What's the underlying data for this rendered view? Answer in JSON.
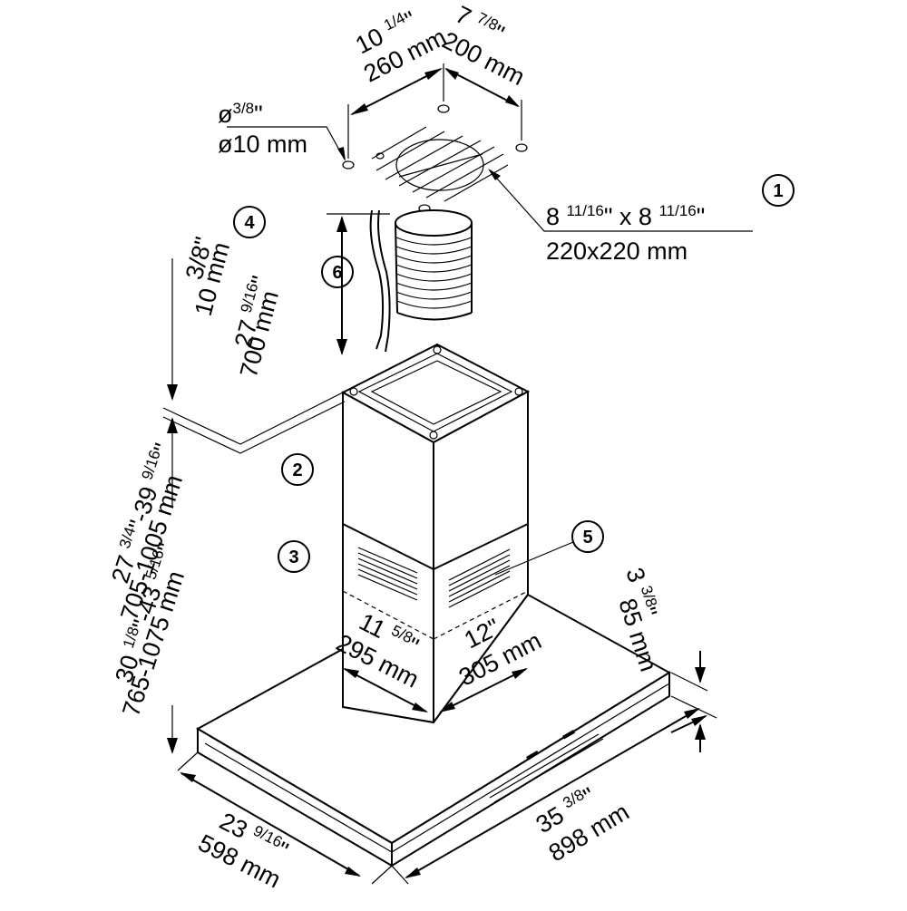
{
  "callouts": {
    "c1": "1",
    "c2": "2",
    "c3": "3",
    "c4": "4",
    "c5": "5",
    "c6": "6"
  },
  "dims": {
    "width_10": "10",
    "width_10_frac": "1/4",
    "width_10_unit": "\"",
    "width_260": "260 mm",
    "depth_7": "7",
    "depth_7_frac": "7/8",
    "depth_7_unit": "\"",
    "depth_200": "200 mm",
    "hole_dia_in_pre": "ø",
    "hole_dia_in_frac": "3/8",
    "hole_dia_in_unit": "\"",
    "hole_dia_mm": "ø10 mm",
    "cutout_in_a": "8",
    "cutout_in_a_frac": "11/16",
    "cutout_in_mid": "\" x 8",
    "cutout_in_b_frac": "11/16",
    "cutout_in_unit": "\"",
    "cutout_mm": "220x220 mm",
    "gap_in": "3/8\"",
    "gap_mm": "10 mm",
    "duct_in": "27",
    "duct_in_frac": "9/16",
    "duct_in_unit": "\"",
    "duct_mm": "700 mm",
    "range2_in_a": "27",
    "range2_in_a_frac": "3/4",
    "range2_in_mid": "\"-39",
    "range2_in_b_frac": "9/16",
    "range2_in_unit": "\"",
    "range2_mm": "705-1005 mm",
    "range3_in_a": "30",
    "range3_in_a_frac": "1/8",
    "range3_in_mid": "\"-43",
    "range3_in_b_frac": "5/16",
    "range3_in_unit": "\"",
    "range3_mm": "765-1075 mm",
    "chimney_d_in": "11",
    "chimney_d_in_frac": "5/8",
    "chimney_d_in_unit": "\"",
    "chimney_d_mm": "295 mm",
    "chimney_w_in": "12\"",
    "chimney_w_mm": "305 mm",
    "canopy_h_in": "3",
    "canopy_h_in_frac": "3/8",
    "canopy_h_in_unit": "\"",
    "canopy_h_mm": "85 mm",
    "depth_in": "23",
    "depth_in_frac": "9/16",
    "depth_in_unit": "\"",
    "depth_mm": "598 mm",
    "width_in": "35",
    "width_in_frac": "3/8",
    "width_in_unit": "\"",
    "width_mm": "898 mm"
  }
}
